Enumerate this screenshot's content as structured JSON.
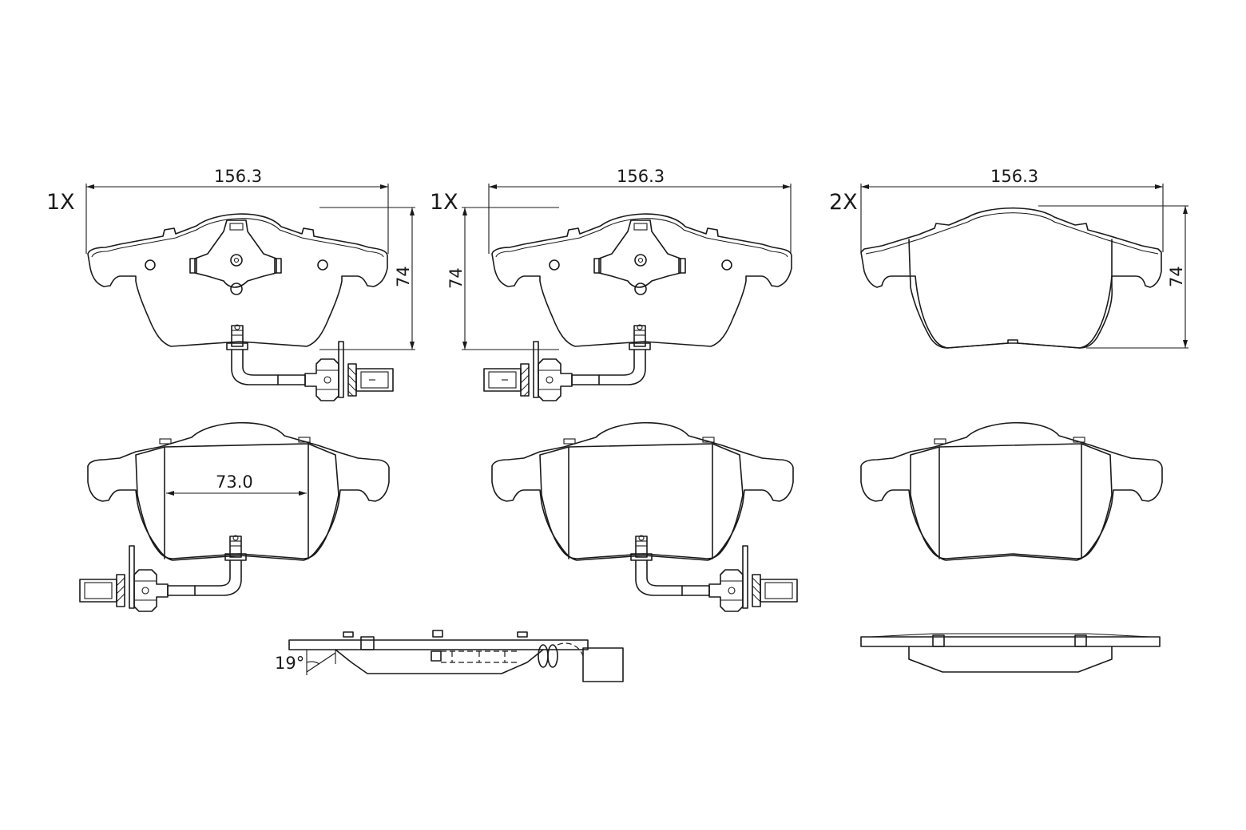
{
  "quantities": {
    "pad_left": "1X",
    "pad_middle": "1X",
    "pad_right": "2X"
  },
  "dimensions": {
    "width_left": "156.3",
    "width_middle": "156.3",
    "width_right": "156.3",
    "height_left": "74",
    "height_middle": "74",
    "height_right": "74",
    "friction_width": "73.0",
    "chamfer_angle": "19°"
  }
}
